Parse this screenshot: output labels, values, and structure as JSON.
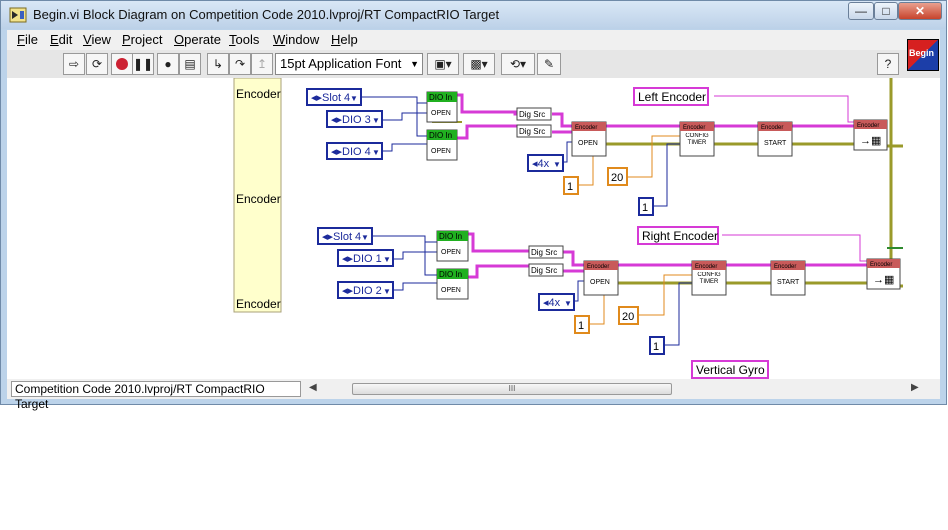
{
  "window": {
    "title": "Begin.vi Block Diagram on Competition Code 2010.lvproj/RT CompactRIO Target",
    "controls": {
      "minimize": "—",
      "maximize": "□",
      "close": "✕"
    }
  },
  "menu": {
    "items": [
      {
        "u": "F",
        "rest": "ile"
      },
      {
        "u": "E",
        "rest": "dit"
      },
      {
        "u": "V",
        "rest": "iew"
      },
      {
        "u": "P",
        "rest": "roject"
      },
      {
        "u": "O",
        "rest": "perate"
      },
      {
        "u": "T",
        "rest": "ools"
      },
      {
        "u": "W",
        "rest": "indow"
      },
      {
        "u": "H",
        "rest": "elp"
      }
    ]
  },
  "toolbar": {
    "font": "15pt Application Font",
    "help": "?"
  },
  "logo": {
    "label": "Begin"
  },
  "diagram": {
    "structure_labels": [
      "Encoder",
      "Encoder",
      "Encoder"
    ],
    "left": {
      "slot": "Slot 4",
      "dio_a": "DIO 3",
      "dio_b": "DIO 4",
      "dio_title": "DIO In",
      "dio_action": "OPEN",
      "dig_src": "Dig Src",
      "enc_title": "Encoder",
      "open": "OPEN",
      "config": "CONFIG TIMER",
      "start": "START",
      "mode": "4x",
      "one": "1",
      "twenty": "20",
      "one_b": "1",
      "label": "Left Encoder"
    },
    "right": {
      "slot": "Slot 4",
      "dio_a": "DIO 1",
      "dio_b": "DIO 2",
      "dio_title": "DIO In",
      "dio_action": "OPEN",
      "dig_src": "Dig Src",
      "enc_title": "Encoder",
      "open": "OPEN",
      "config": "CONFIG TIMER",
      "start": "START",
      "mode": "4x",
      "one": "1",
      "twenty": "20",
      "one_b": "1",
      "label": "Right Encoder"
    },
    "gyro_label": "Vertical Gyro"
  },
  "status": {
    "path": "Competition Code 2010.lvproj/RT CompactRIO Target",
    "scroll_grip": "III"
  },
  "colors": {
    "accent_title": "#bcd1e8",
    "enum_blue": "#1b2a9b",
    "numeric_orange": "#e08a1c",
    "cluster_pink": "#d63ad6",
    "refnum_green": "#2e8a2e",
    "dio_green": "#20b020",
    "encoder_red": "#c85a5a",
    "structure_bg": "#ffffcc"
  }
}
